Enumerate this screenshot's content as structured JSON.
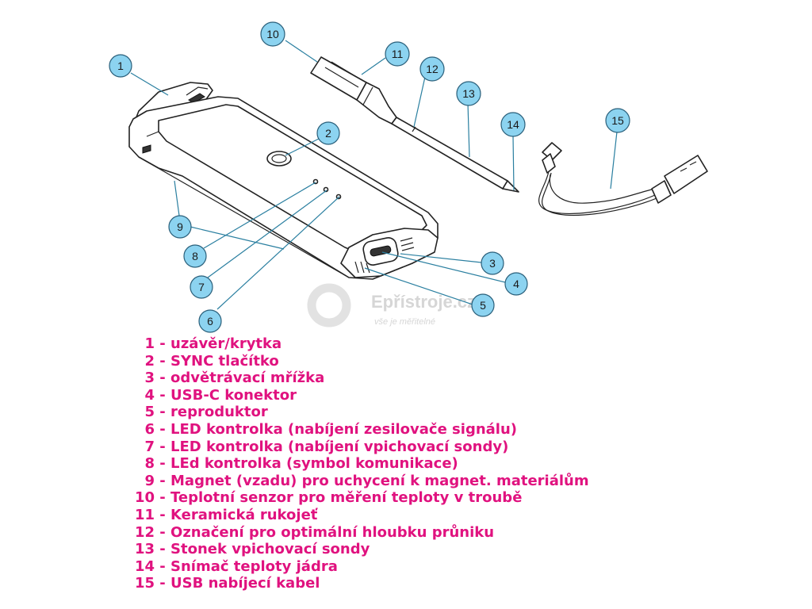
{
  "colors": {
    "legend_text": "#e0127f",
    "callout_fill": "#8cd3f0",
    "leader_line": "#2a7fa0",
    "outline": "#222222",
    "watermark": "#d6d6d6"
  },
  "watermark": {
    "brand": "Epřístroje.cz",
    "tagline": "vše je měřitelné",
    "icon": "ring-logo-icon"
  },
  "callouts": [
    "1",
    "2",
    "3",
    "4",
    "5",
    "6",
    "7",
    "8",
    "9",
    "10",
    "11",
    "12",
    "13",
    "14",
    "15"
  ],
  "legend": [
    {
      "num": "1",
      "text": "uzávěr/krytka"
    },
    {
      "num": "2",
      "text": "SYNC tlačítko"
    },
    {
      "num": "3",
      "text": "odvětrávací mřížka"
    },
    {
      "num": "4",
      "text": "USB-C konektor"
    },
    {
      "num": "5",
      "text": "reproduktor"
    },
    {
      "num": "6",
      "text": "LED kontrolka (nabíjení zesilovače signálu)"
    },
    {
      "num": "7",
      "text": "LED kontrolka (nabíjení vpichovací sondy)"
    },
    {
      "num": "8",
      "text": "LEd kontrolka (symbol komunikace)"
    },
    {
      "num": "9",
      "text": "Magnet (vzadu) pro uchycení k magnet. materiálům"
    },
    {
      "num": "10",
      "text": "Teplotní senzor pro měření teploty v troubě"
    },
    {
      "num": "11",
      "text": "Keramická rukojeť"
    },
    {
      "num": "12",
      "text": "Označení pro optimální hloubku průniku"
    },
    {
      "num": "13",
      "text": "Stonek vpichovací sondy"
    },
    {
      "num": "14",
      "text": "Snímač teploty jádra"
    },
    {
      "num": "15",
      "text": "USB nabíjecí kabel"
    }
  ]
}
